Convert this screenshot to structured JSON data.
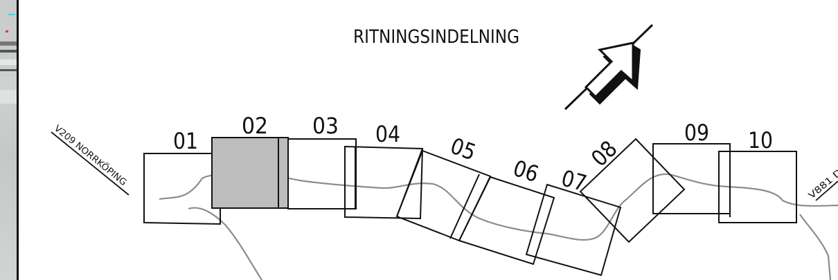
{
  "drawing": {
    "title": "RITNINGSINDELNING",
    "road_start_label": "V209 NORRKÖPING",
    "road_end_label": "V881 D",
    "sheets": [
      {
        "id": "01",
        "label": "01",
        "highlighted": false
      },
      {
        "id": "02",
        "label": "02",
        "highlighted": true
      },
      {
        "id": "03",
        "label": "03",
        "highlighted": false
      },
      {
        "id": "04",
        "label": "04",
        "highlighted": false
      },
      {
        "id": "05",
        "label": "05",
        "highlighted": false
      },
      {
        "id": "06",
        "label": "06",
        "highlighted": false
      },
      {
        "id": "07",
        "label": "07",
        "highlighted": false
      },
      {
        "id": "08",
        "label": "08",
        "highlighted": false
      },
      {
        "id": "09",
        "label": "09",
        "highlighted": false
      },
      {
        "id": "10",
        "label": "10",
        "highlighted": false
      }
    ],
    "colors": {
      "line": "#111111",
      "road": "#8c8c8c",
      "highlight_fill": "#bdbdbd",
      "background": "#ffffff"
    },
    "north_arrow": "north-arrow-icon"
  }
}
